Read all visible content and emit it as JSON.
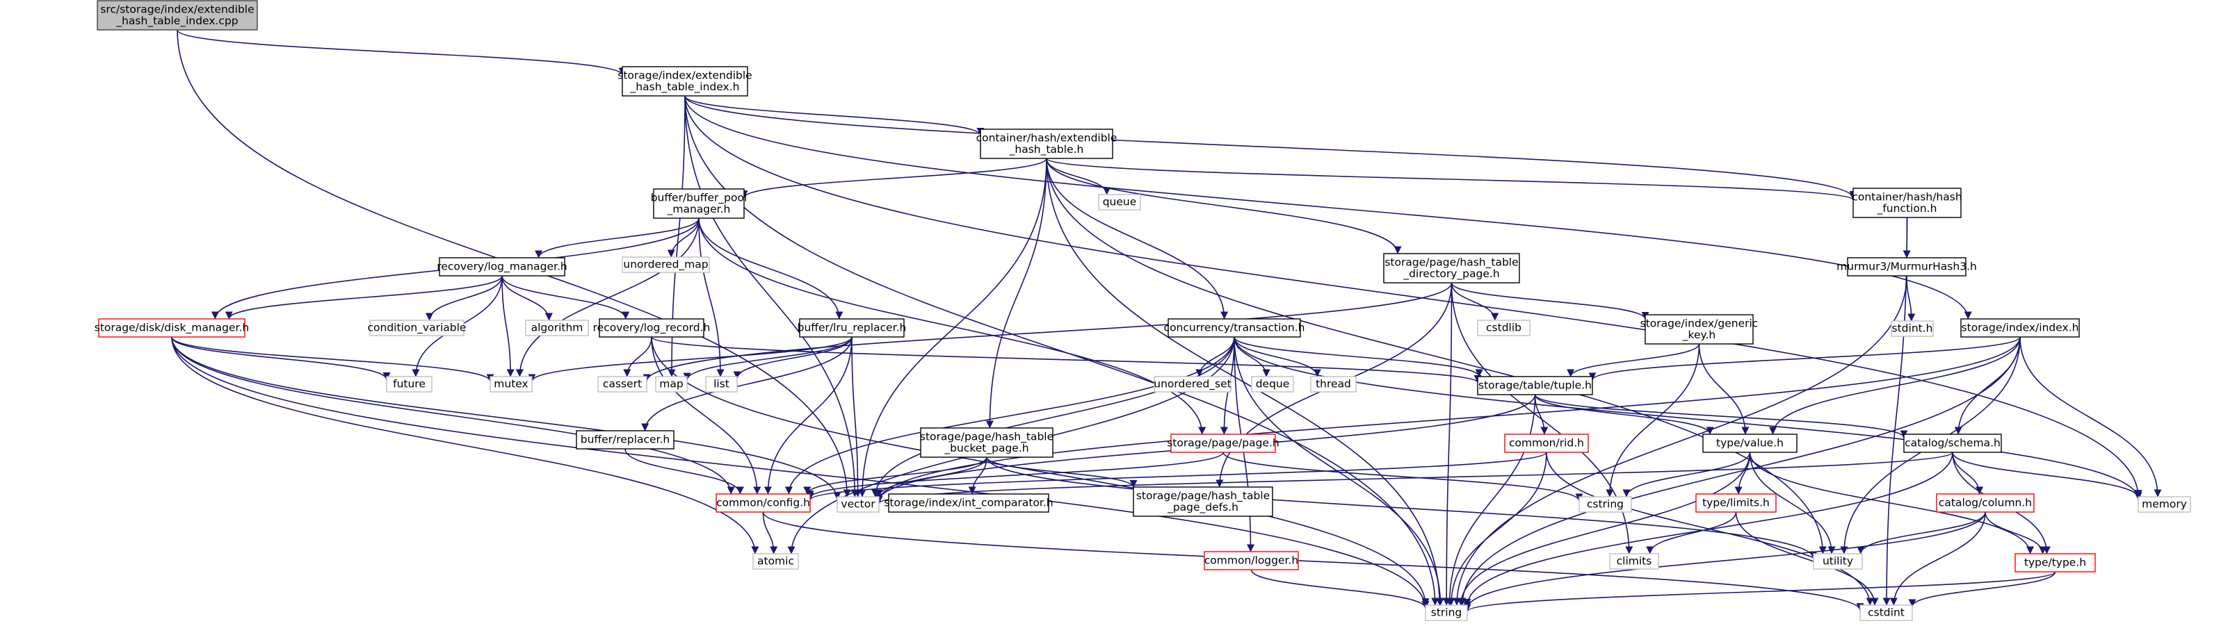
{
  "colors": {
    "edge": "#191970",
    "edge_ext": "#a9a9a9",
    "box_default": "#000000",
    "box_root_fill": "#bfbfbf",
    "box_root_stroke": "#404040",
    "box_missing": "#ff0000",
    "box_external": "#bfbfbf"
  },
  "graph": {
    "nodes": [
      {
        "id": "root",
        "kind": "root",
        "lines": [
          "src/storage/index/extendible",
          "_hash_table_index.cpp"
        ]
      },
      {
        "id": "eht_index",
        "kind": "normal",
        "lines": [
          "storage/index/extendible",
          "_hash_table_index.h"
        ]
      },
      {
        "id": "cont_eht",
        "kind": "normal",
        "lines": [
          "container/hash/extendible",
          "_hash_table.h"
        ]
      },
      {
        "id": "hash_func",
        "kind": "normal",
        "lines": [
          "container/hash/hash",
          "_function.h"
        ]
      },
      {
        "id": "murmur",
        "kind": "normal",
        "lines": [
          "murmur3/MurmurHash3.h"
        ]
      },
      {
        "id": "stdint",
        "kind": "external",
        "lines": [
          "stdint.h"
        ]
      },
      {
        "id": "index_h",
        "kind": "normal",
        "lines": [
          "storage/index/index.h"
        ]
      },
      {
        "id": "bpm",
        "kind": "normal",
        "lines": [
          "buffer/buffer_pool",
          "_manager.h"
        ]
      },
      {
        "id": "queue",
        "kind": "external",
        "lines": [
          "queue"
        ]
      },
      {
        "id": "unordered_map",
        "kind": "external",
        "lines": [
          "unordered_map"
        ]
      },
      {
        "id": "log_manager",
        "kind": "normal",
        "lines": [
          "recovery/log_manager.h"
        ]
      },
      {
        "id": "disk_manager",
        "kind": "missing",
        "lines": [
          "storage/disk/disk_manager.h"
        ]
      },
      {
        "id": "cond_var",
        "kind": "external",
        "lines": [
          "condition_variable"
        ]
      },
      {
        "id": "algorithm",
        "kind": "external",
        "lines": [
          "algorithm"
        ]
      },
      {
        "id": "log_record",
        "kind": "normal",
        "lines": [
          "recovery/log_record.h"
        ]
      },
      {
        "id": "lru",
        "kind": "normal",
        "lines": [
          "buffer/lru_replacer.h"
        ]
      },
      {
        "id": "dir_page",
        "kind": "normal",
        "lines": [
          "storage/page/hash_table",
          "_directory_page.h"
        ]
      },
      {
        "id": "cstdlib",
        "kind": "external",
        "lines": [
          "cstdlib"
        ]
      },
      {
        "id": "generic_key",
        "kind": "normal",
        "lines": [
          "storage/index/generic",
          "_key.h"
        ]
      },
      {
        "id": "transaction",
        "kind": "normal",
        "lines": [
          "concurrency/transaction.h"
        ]
      },
      {
        "id": "future",
        "kind": "external",
        "lines": [
          "future"
        ]
      },
      {
        "id": "mutex",
        "kind": "external",
        "lines": [
          "mutex"
        ]
      },
      {
        "id": "cassert",
        "kind": "external",
        "lines": [
          "cassert"
        ]
      },
      {
        "id": "map",
        "kind": "external",
        "lines": [
          "map"
        ]
      },
      {
        "id": "list",
        "kind": "external",
        "lines": [
          "list"
        ]
      },
      {
        "id": "unordered_set",
        "kind": "external",
        "lines": [
          "unordered_set"
        ]
      },
      {
        "id": "deque",
        "kind": "external",
        "lines": [
          "deque"
        ]
      },
      {
        "id": "thread",
        "kind": "external",
        "lines": [
          "thread"
        ]
      },
      {
        "id": "tuple",
        "kind": "normal",
        "lines": [
          "storage/table/tuple.h"
        ]
      },
      {
        "id": "replacer",
        "kind": "normal",
        "lines": [
          "buffer/replacer.h"
        ]
      },
      {
        "id": "bucket_page",
        "kind": "normal",
        "lines": [
          "storage/page/hash_table",
          "_bucket_page.h"
        ]
      },
      {
        "id": "page_h",
        "kind": "missing",
        "lines": [
          "storage/page/page.h"
        ]
      },
      {
        "id": "rid",
        "kind": "missing",
        "lines": [
          "common/rid.h"
        ]
      },
      {
        "id": "value",
        "kind": "normal",
        "lines": [
          "type/value.h"
        ]
      },
      {
        "id": "schema",
        "kind": "normal",
        "lines": [
          "catalog/schema.h"
        ]
      },
      {
        "id": "config",
        "kind": "missing",
        "lines": [
          "common/config.h"
        ]
      },
      {
        "id": "vector",
        "kind": "external",
        "lines": [
          "vector"
        ]
      },
      {
        "id": "int_comp",
        "kind": "normal",
        "lines": [
          "storage/index/int_comparator.h"
        ]
      },
      {
        "id": "defs",
        "kind": "normal",
        "lines": [
          "storage/page/hash_table",
          "_page_defs.h"
        ]
      },
      {
        "id": "cstring",
        "kind": "external",
        "lines": [
          "cstring"
        ]
      },
      {
        "id": "limits",
        "kind": "missing",
        "lines": [
          "type/limits.h"
        ]
      },
      {
        "id": "column",
        "kind": "missing",
        "lines": [
          "catalog/column.h"
        ]
      },
      {
        "id": "memory",
        "kind": "external",
        "lines": [
          "memory"
        ]
      },
      {
        "id": "atomic",
        "kind": "external",
        "lines": [
          "atomic"
        ]
      },
      {
        "id": "logger",
        "kind": "missing",
        "lines": [
          "common/logger.h"
        ]
      },
      {
        "id": "climits",
        "kind": "external",
        "lines": [
          "climits"
        ]
      },
      {
        "id": "utility",
        "kind": "external",
        "lines": [
          "utility"
        ]
      },
      {
        "id": "type_h",
        "kind": "missing",
        "lines": [
          "type/type.h"
        ]
      },
      {
        "id": "string",
        "kind": "external",
        "lines": [
          "string"
        ]
      },
      {
        "id": "cstdint",
        "kind": "external",
        "lines": [
          "cstdint"
        ]
      }
    ],
    "edges": [
      [
        "root",
        "eht_index"
      ],
      [
        "root",
        "vector"
      ],
      [
        "eht_index",
        "cont_eht"
      ],
      [
        "eht_index",
        "hash_func"
      ],
      [
        "eht_index",
        "index_h"
      ],
      [
        "eht_index",
        "memory"
      ],
      [
        "eht_index",
        "string"
      ],
      [
        "eht_index",
        "vector"
      ],
      [
        "eht_index",
        "map"
      ],
      [
        "cont_eht",
        "bpm"
      ],
      [
        "cont_eht",
        "queue"
      ],
      [
        "cont_eht",
        "hash_func"
      ],
      [
        "cont_eht",
        "dir_page"
      ],
      [
        "cont_eht",
        "transaction"
      ],
      [
        "cont_eht",
        "bucket_page"
      ],
      [
        "cont_eht",
        "vector"
      ],
      [
        "cont_eht",
        "string"
      ],
      [
        "cont_eht",
        "utility"
      ],
      [
        "hash_func",
        "murmur"
      ],
      [
        "hash_func",
        "cstdint"
      ],
      [
        "murmur",
        "stdint"
      ],
      [
        "murmur",
        "string"
      ],
      [
        "index_h",
        "tuple"
      ],
      [
        "index_h",
        "value"
      ],
      [
        "index_h",
        "schema"
      ],
      [
        "index_h",
        "memory"
      ],
      [
        "index_h",
        "string"
      ],
      [
        "index_h",
        "utility"
      ],
      [
        "index_h",
        "vector"
      ],
      [
        "bpm",
        "unordered_map"
      ],
      [
        "bpm",
        "log_manager"
      ],
      [
        "bpm",
        "disk_manager"
      ],
      [
        "bpm",
        "lru"
      ],
      [
        "bpm",
        "page_h"
      ],
      [
        "bpm",
        "list"
      ],
      [
        "bpm",
        "mutex"
      ],
      [
        "log_manager",
        "disk_manager"
      ],
      [
        "log_manager",
        "cond_var"
      ],
      [
        "log_manager",
        "algorithm"
      ],
      [
        "log_manager",
        "log_record"
      ],
      [
        "log_manager",
        "future"
      ],
      [
        "log_manager",
        "mutex"
      ],
      [
        "disk_manager",
        "future"
      ],
      [
        "disk_manager",
        "mutex"
      ],
      [
        "disk_manager",
        "config"
      ],
      [
        "disk_manager",
        "atomic"
      ],
      [
        "disk_manager",
        "string"
      ],
      [
        "disk_manager",
        "vector"
      ],
      [
        "log_record",
        "cassert"
      ],
      [
        "log_record",
        "tuple"
      ],
      [
        "log_record",
        "config"
      ],
      [
        "log_record",
        "string"
      ],
      [
        "lru",
        "list"
      ],
      [
        "lru",
        "map"
      ],
      [
        "lru",
        "mutex"
      ],
      [
        "lru",
        "replacer"
      ],
      [
        "lru",
        "config"
      ],
      [
        "lru",
        "vector"
      ],
      [
        "dir_page",
        "generic_key"
      ],
      [
        "dir_page",
        "cstdlib"
      ],
      [
        "dir_page",
        "cassert"
      ],
      [
        "dir_page",
        "defs"
      ],
      [
        "dir_page",
        "string"
      ],
      [
        "dir_page",
        "climits"
      ],
      [
        "generic_key",
        "tuple"
      ],
      [
        "generic_key",
        "value"
      ],
      [
        "generic_key",
        "cstring"
      ],
      [
        "transaction",
        "unordered_set"
      ],
      [
        "transaction",
        "deque"
      ],
      [
        "transaction",
        "thread"
      ],
      [
        "transaction",
        "tuple"
      ],
      [
        "transaction",
        "page_h"
      ],
      [
        "transaction",
        "config"
      ],
      [
        "transaction",
        "atomic"
      ],
      [
        "transaction",
        "memory"
      ],
      [
        "transaction",
        "string"
      ],
      [
        "transaction",
        "logger"
      ],
      [
        "transaction",
        "vector"
      ],
      [
        "tuple",
        "rid"
      ],
      [
        "tuple",
        "value"
      ],
      [
        "tuple",
        "schema"
      ],
      [
        "tuple",
        "string"
      ],
      [
        "tuple",
        "vector"
      ],
      [
        "replacer",
        "config"
      ],
      [
        "bucket_page",
        "config"
      ],
      [
        "bucket_page",
        "int_comp"
      ],
      [
        "bucket_page",
        "defs"
      ],
      [
        "bucket_page",
        "utility"
      ],
      [
        "bucket_page",
        "vector"
      ],
      [
        "page_h",
        "config"
      ],
      [
        "page_h",
        "cstring"
      ],
      [
        "rid",
        "config"
      ],
      [
        "rid",
        "string"
      ],
      [
        "rid",
        "cstdint"
      ],
      [
        "value",
        "cstring"
      ],
      [
        "value",
        "limits"
      ],
      [
        "value",
        "type_h"
      ],
      [
        "value",
        "utility"
      ],
      [
        "value",
        "string"
      ],
      [
        "schema",
        "column"
      ],
      [
        "schema",
        "type_h"
      ],
      [
        "schema",
        "memory"
      ],
      [
        "schema",
        "string"
      ],
      [
        "schema",
        "vector"
      ],
      [
        "config",
        "atomic"
      ],
      [
        "config",
        "cstdint"
      ],
      [
        "limits",
        "climits"
      ],
      [
        "limits",
        "cstdint"
      ],
      [
        "column",
        "type_h"
      ],
      [
        "column",
        "utility"
      ],
      [
        "column",
        "string"
      ],
      [
        "column",
        "cstdint"
      ],
      [
        "logger",
        "string"
      ],
      [
        "type_h",
        "string"
      ],
      [
        "type_h",
        "cstdint"
      ]
    ]
  }
}
